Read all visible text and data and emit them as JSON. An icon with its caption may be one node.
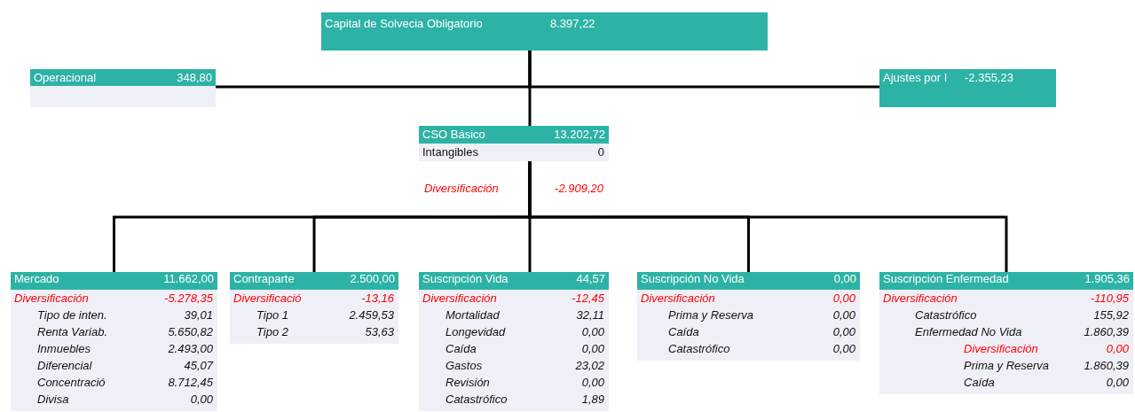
{
  "diagram": {
    "nodes": [
      {
        "text": [
          "Capital de Solvecia Obligatorio",
          "8.397,22"
        ]
      },
      {
        "text": [
          "Operacional",
          "348,80"
        ]
      },
      {
        "text": [
          "Ajustes por I",
          "-2.355,23"
        ]
      },
      {
        "text": [
          "CSO Básico",
          "13.202,72",
          "Intangibles",
          "0"
        ]
      },
      {
        "text": [
          "Mercado",
          "11.662,00",
          "Diversificación",
          "-5.278,35",
          "Tipo de inten.",
          "39,01",
          "Renta Variab.",
          "5.650,82",
          "Inmuebles",
          "2.493,00",
          "Diferencial",
          "45,07",
          "Concentració",
          "8.712,45",
          "Divisa",
          "0,00"
        ]
      },
      {
        "text": [
          "Contraparte",
          "2.500,00",
          "Diversificació",
          "-13,16",
          "Tipo 1",
          "2.459,53",
          "Tipo 2",
          "53,63"
        ]
      },
      {
        "text": [
          "Suscripción Vida",
          "44,57",
          "Diversificación",
          "-12,45",
          "Mortalidad",
          "32,11",
          "Longevidad",
          "0,00",
          "Caída",
          "0,00",
          "Gastos",
          "23,02",
          "Revisión",
          "0,00",
          "Catastrófico",
          "1,89"
        ]
      },
      {
        "text": [
          "Suscripción No Vida",
          "0,00",
          "Diversificación",
          "0,00",
          "Prima y Reserva",
          "0,00",
          "Caída",
          "0,00",
          "Catastrófico",
          "0,00"
        ]
      },
      {
        "text": [
          "Suscripción Enfermedad",
          "1.905,36",
          "Diversificación",
          "-110,95",
          "Catastrófico",
          "155,92",
          "Enfermedad No Vida",
          "1.860,39",
          "Diversificación",
          "0,00",
          "Prima y Reserva",
          "1.860,39",
          "Caída",
          "0,00"
        ]
      }
    ],
    "edges": [
      {
        "from": 0,
        "to": 3,
        "arrow": "none"
      },
      {
        "from": 1,
        "to": 0,
        "arrow": "none"
      },
      {
        "from": 2,
        "to": 0,
        "arrow": "none"
      },
      {
        "from": 3,
        "to": 4,
        "arrow": "none"
      },
      {
        "from": 3,
        "to": 5,
        "arrow": "none"
      },
      {
        "from": 3,
        "to": 6,
        "arrow": "none"
      },
      {
        "from": 3,
        "to": 7,
        "arrow": "none"
      },
      {
        "from": 3,
        "to": 8,
        "arrow": "none"
      }
    ],
    "labels": [
      "Diversificación",
      "-2.909,20"
    ]
  }
}
